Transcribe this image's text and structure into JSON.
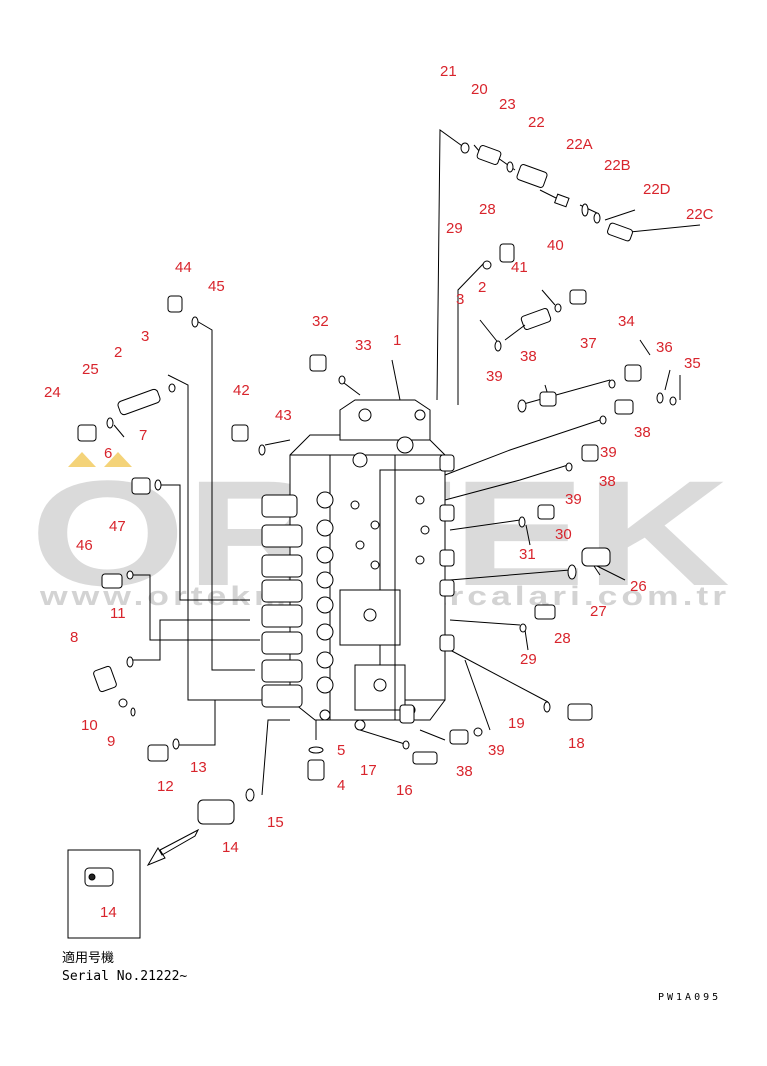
{
  "watermark": {
    "brand": "ORTEK",
    "url": "www.ortekmakinaparcalari.com.tr"
  },
  "inset": {
    "note_line1": "適用号機",
    "note_line2": "Serial No.21222~",
    "part_label": "14"
  },
  "drawing_code": "PW1A095",
  "callouts": [
    "21",
    "20",
    "23",
    "22",
    "22A",
    "22B",
    "22D",
    "22C",
    "29",
    "28",
    "41",
    "3",
    "2",
    "40",
    "44",
    "45",
    "32",
    "33",
    "1",
    "34",
    "36",
    "35",
    "3",
    "2",
    "38",
    "37",
    "39",
    "25",
    "24",
    "42",
    "43",
    "38",
    "7",
    "39",
    "38",
    "6",
    "39",
    "30",
    "47",
    "46",
    "31",
    "26",
    "11",
    "27",
    "8",
    "28",
    "29",
    "10",
    "9",
    "19",
    "18",
    "5",
    "12",
    "13",
    "17",
    "38",
    "39",
    "4",
    "16",
    "15",
    "14"
  ],
  "colors": {
    "callout": "#d8242c",
    "line": "#000000",
    "watermark": "#bdbdbd",
    "logo_accent": "#f0c040"
  }
}
